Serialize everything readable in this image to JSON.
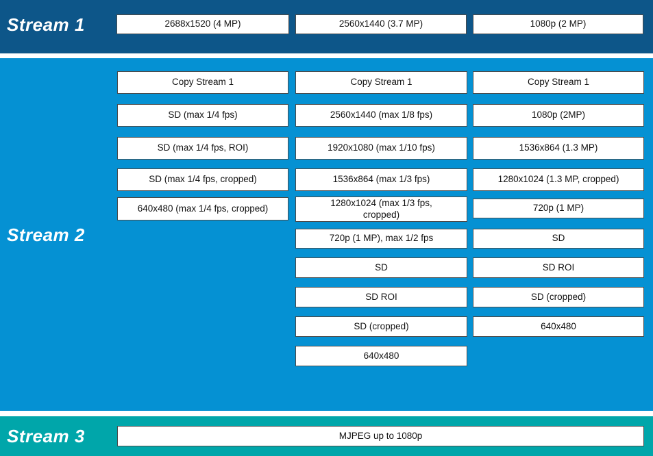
{
  "streams": [
    {
      "label": "Stream 1",
      "options": [
        "2688x1520 (4 MP)",
        "2560x1440 (3.7 MP)",
        "1080p (2 MP)"
      ]
    },
    {
      "label": "Stream 2",
      "columns": [
        [
          "Copy Stream 1",
          "SD (max 1/4 fps)",
          "SD (max 1/4 fps, ROI)",
          "SD (max 1/4 fps, cropped)",
          "640x480 (max 1/4 fps, cropped)"
        ],
        [
          "Copy Stream 1",
          "2560x1440 (max 1/8 fps)",
          "1920x1080 (max 1/10 fps)",
          "1536x864 (max 1/3 fps)",
          "1280x1024 (max 1/3 fps,\ncropped)",
          "720p (1 MP), max 1/2 fps",
          "SD",
          "SD ROI",
          "SD (cropped)",
          "640x480"
        ],
        [
          "Copy Stream 1",
          "1080p (2MP)",
          "1536x864 (1.3 MP)",
          "1280x1024 (1.3 MP, cropped)",
          "720p (1 MP)",
          "SD",
          "SD ROI",
          "SD (cropped)",
          "640x480"
        ]
      ]
    },
    {
      "label": "Stream 3",
      "options": [
        "MJPEG up to 1080p"
      ]
    }
  ],
  "colors": {
    "stream1_band": "#0d5689",
    "stream2_band": "#0591d3",
    "stream3_band": "#00a6aa",
    "box_background": "#ffffff",
    "box_border": "#4a4a4a",
    "label_text": "#ffffff",
    "box_text": "#111111"
  }
}
